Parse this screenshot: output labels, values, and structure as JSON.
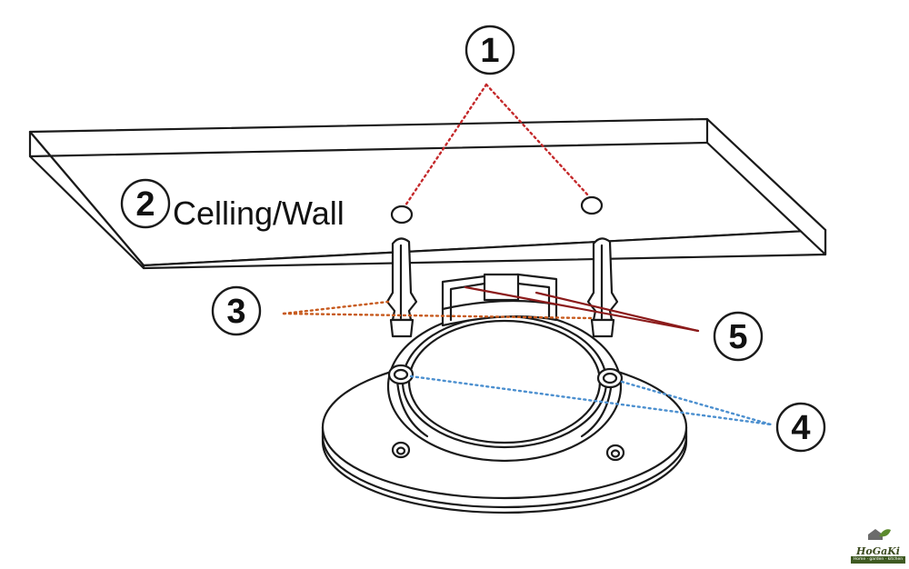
{
  "diagram": {
    "label_ceiling": "Celling/Wall",
    "callouts": [
      "1",
      "2",
      "3",
      "4",
      "5"
    ],
    "colors": {
      "callout_1": "#c4282a",
      "callout_3": "#c75a1e",
      "callout_4": "#4b8fcf",
      "callout_5": "#8b1a1a",
      "line": "#1a1a1a"
    }
  },
  "logo": {
    "name": "HoGaKi",
    "tagline": "Home · garden · kitchen"
  }
}
